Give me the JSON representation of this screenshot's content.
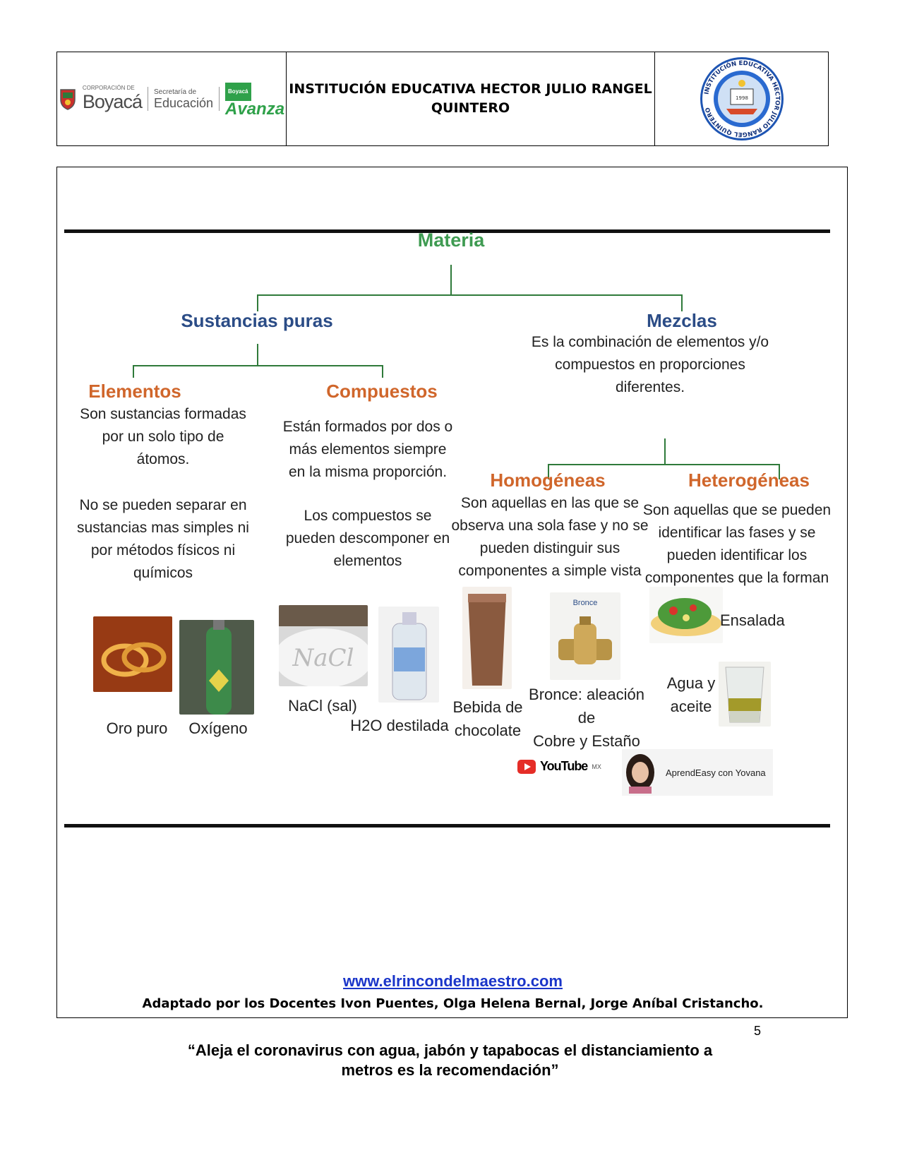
{
  "header": {
    "logo_boyaca": "Boyacá",
    "logo_corp": "CORPORACIÓN DE",
    "logo_secretaria": "Secretaría de",
    "logo_educacion": "Educación",
    "logo_boyaca_tag": "Boyacá",
    "logo_avanza": "Avanza",
    "title_line1": "INSTITUCIÓN EDUCATIVA HECTOR JULIO RANGEL",
    "title_line2": "QUINTERO",
    "seal_text": "INSTITUCIÓN EDUCATIVA HECTOR JULIO RANGEL QUINTERO",
    "seal_year": "1998"
  },
  "map": {
    "root": "Materia",
    "pure": "Sustancias puras",
    "mixtures": "Mezclas",
    "mixtures_desc": [
      "Es la combinación de elementos y/o",
      "compuestos en proporciones",
      "diferentes."
    ],
    "elements": "Elementos",
    "elements_desc": [
      "Son sustancias formadas",
      "por un solo tipo de",
      "átomos."
    ],
    "elements_desc2": [
      "No se pueden separar en",
      "sustancias mas simples ni",
      "por métodos físicos ni",
      "químicos"
    ],
    "compounds": "Compuestos",
    "compounds_desc": [
      "Están formados por dos o",
      "más elementos siempre",
      "en la misma proporción."
    ],
    "compounds_desc2": [
      "Los compuestos se",
      "pueden descomponer en",
      "elementos"
    ],
    "homogeneous": "Homogéneas",
    "homogeneous_desc": [
      "Son aquellas en las que se",
      "observa una sola fase y no se",
      "pueden distinguir sus",
      "componentes a simple vista"
    ],
    "heterogeneous": "Heterogéneas",
    "heterogeneous_desc": [
      "Son aquellas que se pueden",
      "identificar las fases y se",
      "pueden identificar los",
      "componentes que la forman"
    ],
    "captions": {
      "gold": "Oro puro",
      "oxygen": "Oxígeno",
      "nacl": "NaCl (sal)",
      "nacl_img_text": "NaCl",
      "water": "H2O destilada",
      "choc1": "Bebida de",
      "choc2": "chocolate",
      "bronze_tag": "Bronce",
      "bronze1": "Bronce: aleación de",
      "bronze2": "Cobre y Estaño",
      "salad": "Ensalada",
      "oil1": "Agua y",
      "oil2": "aceite"
    },
    "youtube": "YouTube",
    "youtube_mx": "MX",
    "channel": "AprendEasy con Yovana"
  },
  "footer": {
    "link": "www.elrincondelmaestro.com",
    "credit": "Adaptado por los Docentes Ivon Puentes, Olga Helena Bernal, Jorge Aníbal Cristancho.",
    "page": "5",
    "quote_line1": "“Aleja el coronavirus con agua, jabón y tapabocas el distanciamiento a",
    "quote_line2": "metros es la recomendación”"
  },
  "colors": {
    "green": "#3f9b52",
    "blue": "#2b4c86",
    "orange": "#d0662b",
    "link": "#1a35c9"
  }
}
